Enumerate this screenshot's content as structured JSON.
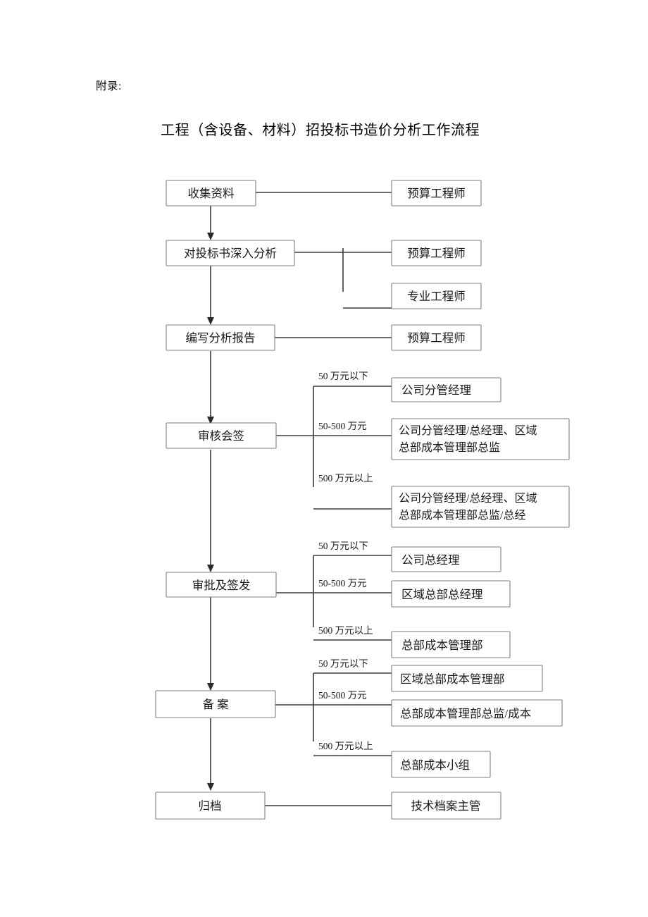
{
  "document": {
    "appendix_label": "附录:",
    "title": "工程（含设备、材料）招投标书造价分析工作流程"
  },
  "flow": {
    "steps": [
      {
        "id": "collect",
        "label": "收集资料"
      },
      {
        "id": "analyze",
        "label": "对投标书深入分析"
      },
      {
        "id": "report",
        "label": "编写分析报告"
      },
      {
        "id": "review",
        "label": "审核会签"
      },
      {
        "id": "approve",
        "label": "审批及签发"
      },
      {
        "id": "record",
        "label": "备   案"
      },
      {
        "id": "archive",
        "label": "归档"
      }
    ],
    "roles": [
      {
        "id": "r-collect-1",
        "label": "预算工程师"
      },
      {
        "id": "r-analyze-1",
        "label": "预算工程师"
      },
      {
        "id": "r-analyze-2",
        "label": "专业工程师"
      },
      {
        "id": "r-report-1",
        "label": "预算工程师"
      },
      {
        "id": "r-review-1",
        "label": "公司分管经理"
      },
      {
        "id": "r-review-2-line1",
        "label": "公司分管经理/总经理、区域"
      },
      {
        "id": "r-review-2-line2",
        "label": "总部成本管理部总监"
      },
      {
        "id": "r-review-3-line1",
        "label": "公司分管经理/总经理、区域"
      },
      {
        "id": "r-review-3-line2",
        "label": "总部成本管理部总监/总经"
      },
      {
        "id": "r-approve-1",
        "label": "公司总经理"
      },
      {
        "id": "r-approve-2",
        "label": "区域总部总经理"
      },
      {
        "id": "r-approve-3",
        "label": "总部成本管理部"
      },
      {
        "id": "r-record-1",
        "label": "区域总部成本管理部"
      },
      {
        "id": "r-record-2",
        "label": "总部成本管理部总监/成本"
      },
      {
        "id": "r-record-3",
        "label": "总部成本小组"
      },
      {
        "id": "r-archive-1",
        "label": "技术档案主管"
      }
    ],
    "branch_labels": {
      "review": [
        "50 万元以下",
        "50-500 万元",
        "500 万元以上"
      ],
      "approve": [
        "50 万元以下",
        "50-500 万元",
        "500 万元以上"
      ],
      "record": [
        "50 万元以下",
        "50-500 万元",
        "500 万元以上"
      ]
    }
  },
  "colors": {
    "box_border": "#7f7f7f",
    "connector": "#3a3a3a",
    "text": "#1a1a1a",
    "background": "#ffffff"
  }
}
